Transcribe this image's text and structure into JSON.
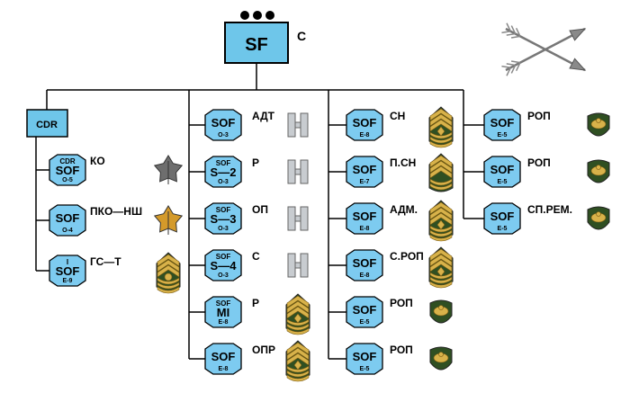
{
  "header": {
    "unit_box": "SF",
    "unit_label": "С",
    "dots_count": 3
  },
  "colors": {
    "box_fill": "#6ec6ea",
    "hex_fill": "#7dcbf0",
    "line": "#000000",
    "chevron_green": "#2f4f22",
    "chevron_gold": "#d8b24a",
    "silver": "#c8ccd0",
    "oak_gold": "#d49a2a"
  },
  "columns": [
    {
      "id": "col1",
      "top_box": "CDR",
      "rows": [
        {
          "top": "CDR",
          "main": "SOF",
          "bottom": "O-5",
          "label": "КО",
          "insignia": "oak-leaf-silver"
        },
        {
          "top": "",
          "main": "SOF",
          "bottom": "O-4",
          "label": "ПКО—НШ",
          "insignia": "oak-leaf-gold"
        },
        {
          "top": "I",
          "main": "SOF",
          "bottom": "E-9",
          "label": "ГС—Т",
          "insignia": "sgm-stripes"
        }
      ]
    },
    {
      "id": "col2",
      "rows": [
        {
          "top": "",
          "main": "SOF",
          "bottom": "O-3",
          "label": "АДТ",
          "insignia": "captain-bars"
        },
        {
          "top": "SOF",
          "main": "S—2",
          "bottom": "O-3",
          "label": "Р",
          "insignia": "captain-bars"
        },
        {
          "top": "SOF",
          "main": "S—3",
          "bottom": "O-3",
          "label": "ОП",
          "insignia": "captain-bars"
        },
        {
          "top": "SOF",
          "main": "S—4",
          "bottom": "O-3",
          "label": "С",
          "insignia": "captain-bars"
        },
        {
          "top": "SOF",
          "main": "MI",
          "bottom": "E-8",
          "label": "Р",
          "insignia": "msg-stripes"
        },
        {
          "top": "",
          "main": "SOF",
          "bottom": "E-8",
          "label": "ОПР",
          "insignia": "msg-stripes"
        }
      ]
    },
    {
      "id": "col3",
      "rows": [
        {
          "top": "",
          "main": "SOF",
          "bottom": "E-8",
          "label": "СН",
          "insignia": "msg-stripes"
        },
        {
          "top": "",
          "main": "SOF",
          "bottom": "E-7",
          "label": "П.СН",
          "insignia": "sfc-stripes"
        },
        {
          "top": "",
          "main": "SOF",
          "bottom": "E-8",
          "label": "АДМ.",
          "insignia": "msg-stripes"
        },
        {
          "top": "",
          "main": "SOF",
          "bottom": "E-8",
          "label": "С.РОП",
          "insignia": "msg-stripes"
        },
        {
          "top": "",
          "main": "SOF",
          "bottom": "E-5",
          "label": "РОП",
          "insignia": "specialist-eagle"
        },
        {
          "top": "",
          "main": "SOF",
          "bottom": "E-5",
          "label": "РОП",
          "insignia": "specialist-eagle"
        }
      ]
    },
    {
      "id": "col4",
      "rows": [
        {
          "top": "",
          "main": "SOF",
          "bottom": "E-5",
          "label": "РОП",
          "insignia": "specialist-eagle"
        },
        {
          "top": "",
          "main": "SOF",
          "bottom": "E-5",
          "label": "РОП",
          "insignia": "specialist-eagle"
        },
        {
          "top": "",
          "main": "SOF",
          "bottom": "E-5",
          "label": "СП.РЕМ.",
          "insignia": "specialist-eagle"
        }
      ]
    }
  ]
}
